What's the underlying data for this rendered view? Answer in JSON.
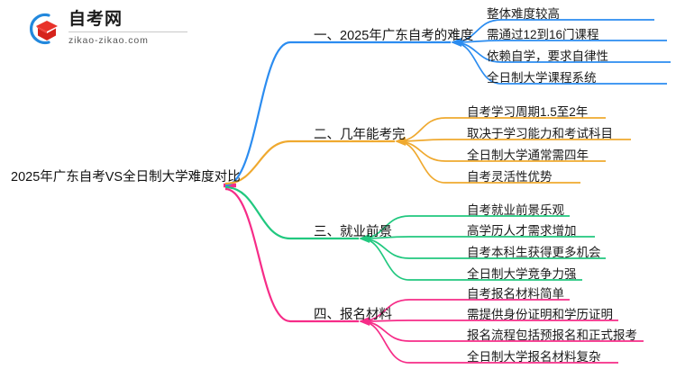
{
  "logo": {
    "title": "自考网",
    "subtitle": "zikao-zikao.com",
    "mark_icon": "graduation-cap-logo-icon",
    "arc_color": "#2288DD",
    "cap_color": "#E8322A"
  },
  "mindmap": {
    "root": {
      "label": "2025年广东自考VS全日制大学难度对比"
    },
    "branches": [
      {
        "index": "1",
        "label": "一、2025年广东自考的难度",
        "color": "#2B8CF0",
        "children": [
          {
            "label": "整体难度较高"
          },
          {
            "label": "需通过12到16门课程"
          },
          {
            "label": "依赖自学，要求自律性"
          },
          {
            "label": "全日制大学课程系统"
          }
        ]
      },
      {
        "index": "2",
        "label": "二、几年能考完",
        "color": "#EFA92F",
        "children": [
          {
            "label": "自考学习周期1.5至2年"
          },
          {
            "label": "取决于学习能力和考试科目"
          },
          {
            "label": "全日制大学通常需四年"
          },
          {
            "label": "自考灵活性优势"
          }
        ]
      },
      {
        "index": "3",
        "label": "三、就业前景",
        "color": "#21C87F",
        "children": [
          {
            "label": "自考就业前景乐观"
          },
          {
            "label": "高学历人才需求增加"
          },
          {
            "label": "自考本科生获得更多机会"
          },
          {
            "label": "全日制大学竞争力强"
          }
        ]
      },
      {
        "index": "4",
        "label": "四、报名材料",
        "color": "#F62C88",
        "children": [
          {
            "label": "自考报名材料简单"
          },
          {
            "label": "需提供身份证明和学历证明"
          },
          {
            "label": "报名流程包括预报名和正式报考"
          },
          {
            "label": "全日制大学报名材料复杂"
          }
        ]
      }
    ]
  }
}
